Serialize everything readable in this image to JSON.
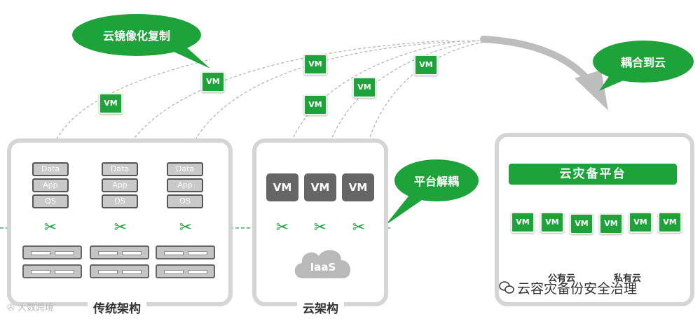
{
  "bubbles": {
    "mirror": "云镜像化复制",
    "decouple": "平台解耦",
    "couple": "耦合到云"
  },
  "legacy": {
    "title": "传统架构",
    "stack_layers": [
      "Data",
      "App",
      "OS"
    ]
  },
  "cloud_arch": {
    "title": "云架构",
    "vm_label": "VM",
    "iaas_label": "IaaS"
  },
  "dr_platform": {
    "title": "云灾备平台",
    "vm_label": "VM",
    "public_cloud": "公有云",
    "private_cloud": "私有云"
  },
  "floating_vm_label": "VM",
  "watermark": "云容灾备份安全治理",
  "corner_watermark": "大数跨境",
  "colors": {
    "green": "#1ea33b",
    "panel_border": "#d5d5d5",
    "dark_vm": "#666666"
  }
}
